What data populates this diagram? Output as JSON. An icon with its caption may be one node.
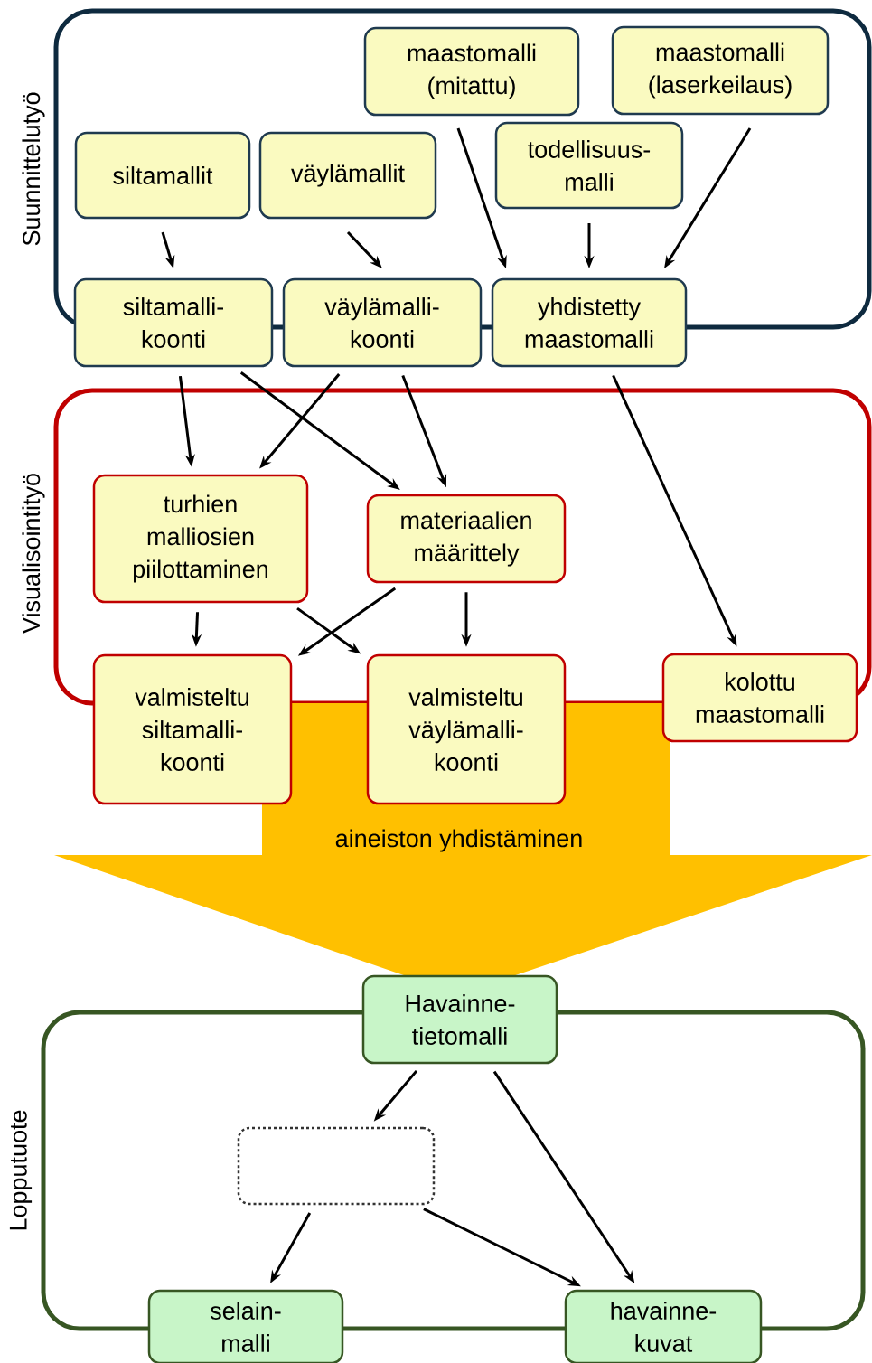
{
  "diagram": {
    "nodes": [
      {
        "text": [
          "Suunnittelutyö"
        ]
      },
      {
        "text": [
          "maastomalli (mitattu)"
        ],
        "in": 0
      },
      {
        "text": [
          "maastomalli (laserkeilaus)"
        ],
        "in": 0
      },
      {
        "text": [
          "siltamallit"
        ],
        "in": 0
      },
      {
        "text": [
          "väylämallit"
        ],
        "in": 0
      },
      {
        "text": [
          "todellisuus-malli"
        ],
        "in": 0
      },
      {
        "text": [
          "siltamalli-koonti"
        ]
      },
      {
        "text": [
          "väylämalli-koonti"
        ]
      },
      {
        "text": [
          "yhdistetty maastomalli"
        ]
      },
      {
        "text": [
          "Visualisointityö"
        ]
      },
      {
        "text": [
          "turhien malliosien piilottaminen"
        ],
        "in": 9
      },
      {
        "text": [
          "materiaalien määrittely"
        ],
        "in": 9
      },
      {
        "text": [
          "valmisteltu siltamalli-koonti"
        ]
      },
      {
        "text": [
          "valmisteltu väylämalli-koonti"
        ]
      },
      {
        "text": [
          "kolottu maastomalli"
        ]
      },
      {
        "text": [
          "aineiston yhdistäminen"
        ]
      },
      {
        "text": [
          "Lopputuote"
        ]
      },
      {
        "text": [
          "Havainne-tietomalli"
        ]
      },
      {
        "text": [],
        "shape": "box",
        "in": 16
      },
      {
        "text": [
          "selain-malli"
        ]
      },
      {
        "text": [
          "havainne-kuvat"
        ]
      }
    ],
    "edges": [
      {
        "from": 3,
        "to": 6,
        "arrow": "to"
      },
      {
        "from": 4,
        "to": 7,
        "arrow": "to"
      },
      {
        "from": 1,
        "to": 8,
        "arrow": "to"
      },
      {
        "from": 5,
        "to": 8,
        "arrow": "to"
      },
      {
        "from": 2,
        "to": 8,
        "arrow": "to"
      },
      {
        "from": 6,
        "to": 10,
        "arrow": "to"
      },
      {
        "from": 6,
        "to": 11,
        "arrow": "to"
      },
      {
        "from": 7,
        "to": 10,
        "arrow": "to"
      },
      {
        "from": 7,
        "to": 11,
        "arrow": "to"
      },
      {
        "from": 8,
        "to": 14,
        "arrow": "to"
      },
      {
        "from": 10,
        "to": 12,
        "arrow": "to"
      },
      {
        "from": 10,
        "to": 13,
        "arrow": "to"
      },
      {
        "from": 11,
        "to": 12,
        "arrow": "to"
      },
      {
        "from": 11,
        "to": 13,
        "arrow": "to"
      },
      {
        "from": 17,
        "to": 18,
        "arrow": "to"
      },
      {
        "from": 17,
        "to": 20,
        "arrow": "to"
      },
      {
        "from": 18,
        "to": 19,
        "arrow": "to"
      },
      {
        "from": 18,
        "to": 20,
        "arrow": "to"
      }
    ]
  }
}
